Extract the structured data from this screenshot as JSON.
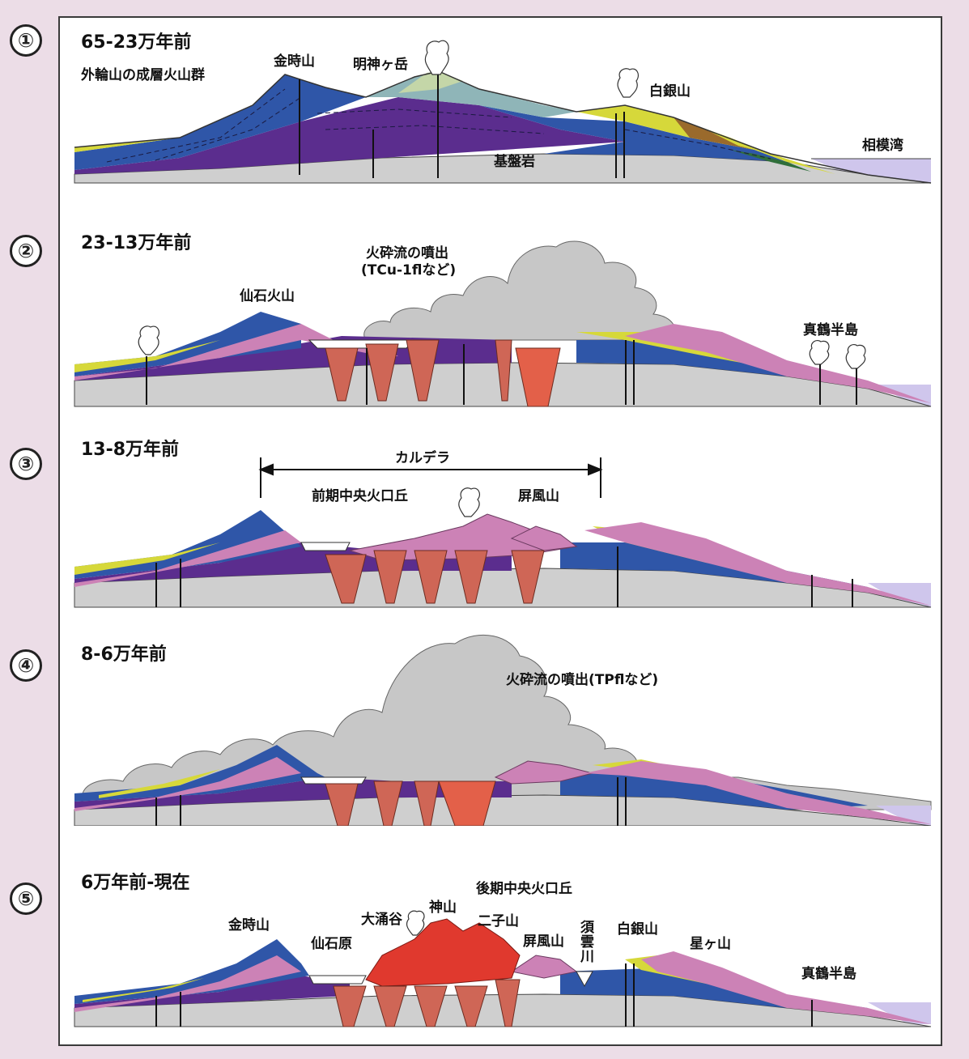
{
  "panels": [
    {
      "number": "①",
      "title": "65-23万年前",
      "labels": {
        "outer_rim": "外輪山の成層火山群",
        "kintoki": "金時山",
        "myojin": "明神ヶ岳",
        "shirogane": "白銀山",
        "sagami": "相模湾",
        "basement": "基盤岩"
      }
    },
    {
      "number": "②",
      "title": "23-13万年前",
      "labels": {
        "eruption": "火砕流の噴出",
        "eruption_sub": "(TCu-1flなど)",
        "sengoku_volcano": "仙石火山",
        "manazuru": "真鶴半島"
      }
    },
    {
      "number": "③",
      "title": "13-8万年前",
      "labels": {
        "caldera": "カルデラ",
        "early_cone": "前期中央火口丘",
        "byobu": "屏風山"
      }
    },
    {
      "number": "④",
      "title": "8-6万年前",
      "labels": {
        "eruption": "火砕流の噴出(TPflなど)"
      }
    },
    {
      "number": "⑤",
      "title": "6万年前-現在",
      "labels": {
        "late_cone": "後期中央火口丘",
        "kintoki": "金時山",
        "owakudani": "大涌谷",
        "kamiyama": "神山",
        "futago": "二子山",
        "sengokuhara": "仙石原",
        "byobu": "屏風山",
        "suumo": "須雲川",
        "shirogane": "白銀山",
        "hoshigatake": "星ヶ山",
        "manazuru": "真鶴半島"
      }
    }
  ],
  "colors": {
    "basement": "#cfcfcf",
    "blue": "#2f56a8",
    "purple": "#5b2d8e",
    "yellow": "#d6d83a",
    "brown": "#9a6a2c",
    "green": "#2f6e3a",
    "pink": "#cc82b6",
    "lava": "#cf6656",
    "red_cone": "#e0392e",
    "ash": "#c7c7c7",
    "sea": "#cfc6ec",
    "teal": "#8fb5b8"
  }
}
